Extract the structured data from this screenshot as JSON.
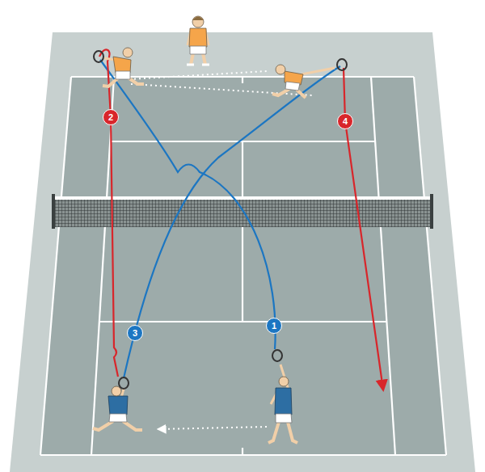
{
  "diagram": {
    "nodes": [
      {
        "text": [
          "2"
        ]
      },
      {
        "text": [
          "4"
        ]
      },
      {
        "text": [
          "3"
        ]
      },
      {
        "text": [
          "1"
        ]
      }
    ]
  }
}
